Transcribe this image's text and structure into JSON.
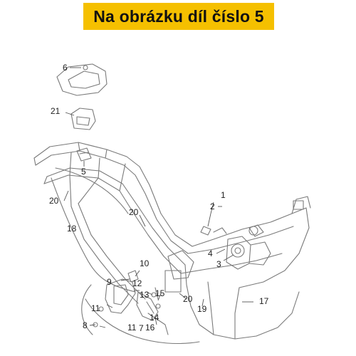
{
  "banner": {
    "title": "Na obrázku díl číslo 5"
  },
  "diagram": {
    "line_color": "#7a7a7a",
    "labels": [
      "1",
      "2",
      "3",
      "4",
      "5",
      "6",
      "7",
      "8",
      "9",
      "10",
      "11",
      "11",
      "12",
      "13",
      "14",
      "15",
      "16",
      "17",
      "18",
      "19",
      "20",
      "20",
      "20",
      "21"
    ]
  }
}
